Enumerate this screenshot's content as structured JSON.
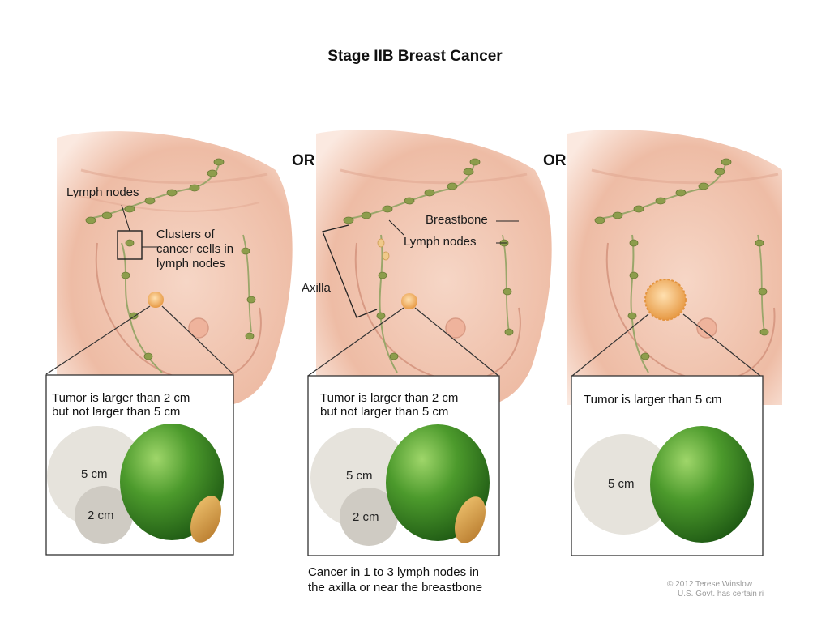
{
  "title": "Stage IIB Breast Cancer",
  "or_label": "OR",
  "colors": {
    "skin": "#f1c4ae",
    "skin_shadow": "#dc9c83",
    "lymph_node": "#8a9a4a",
    "tumor": "#f2b46a",
    "lime": "#3f8f24",
    "peanut": "#d6a24a",
    "circle_large": "#e6e3dc",
    "circle_small": "#cfcbc3"
  },
  "panels": [
    {
      "callout_lymph_nodes": "Lymph nodes",
      "callout_clusters": [
        "Clusters of",
        "cancer cells in",
        "lymph nodes"
      ],
      "box_text": [
        "Tumor is larger than 2 cm",
        "but not larger than 5 cm"
      ],
      "circle_large": "5 cm",
      "circle_small": "2 cm"
    },
    {
      "callout_breastbone": "Breastbone",
      "callout_lymph_nodes": "Lymph nodes",
      "callout_axilla": "Axilla",
      "box_text": [
        "Tumor is larger than 2 cm",
        "but not larger than 5 cm"
      ],
      "circle_large": "5 cm",
      "circle_small": "2 cm",
      "note": [
        "Cancer in 1 to 3 lymph nodes in",
        "the axilla or near the breastbone"
      ]
    },
    {
      "box_text": [
        "Tumor is larger than 5 cm"
      ],
      "circle_large": "5 cm"
    }
  ],
  "credit": [
    "© 2012 Terese Winslow",
    "U.S. Govt. has certain ri"
  ]
}
